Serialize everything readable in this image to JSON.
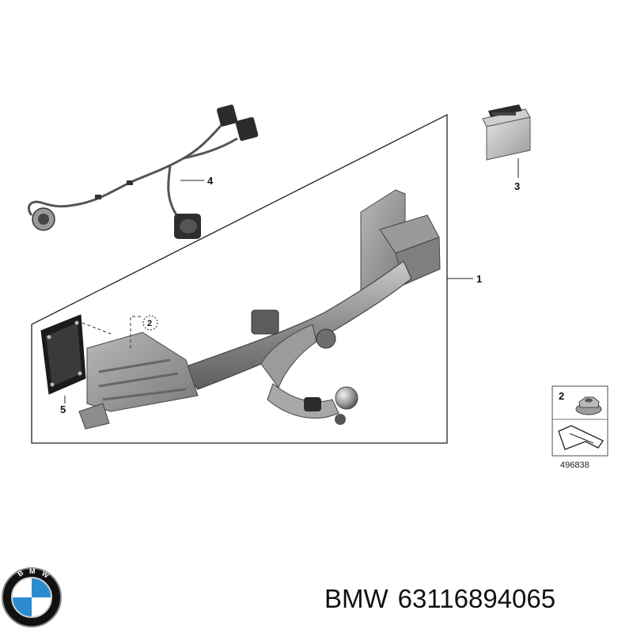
{
  "callouts": {
    "part_1": "1",
    "part_2": "2",
    "part_3": "3",
    "part_4": "4",
    "part_5": "5"
  },
  "legend_box": {
    "number": "2",
    "code": "496838"
  },
  "logo": {
    "text": "BMW",
    "colors": {
      "blue": "#2a8ccf",
      "black": "#111111",
      "white": "#ffffff"
    }
  },
  "caption": {
    "brand": "BMW",
    "part_number": "63116894065"
  }
}
